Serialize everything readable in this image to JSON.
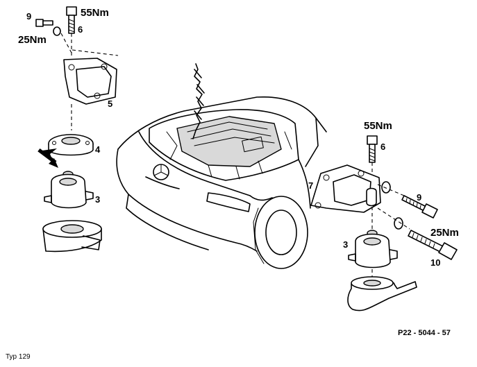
{
  "figure": {
    "left_column": {
      "part_9_label": "9",
      "torque_55_label": "55Nm",
      "part_6_label": "6",
      "torque_25_label": "25Nm",
      "part_5_label": "5",
      "part_4_label": "4",
      "part_3_label": "3"
    },
    "right_column": {
      "torque_55_label": "55Nm",
      "part_6_label": "6",
      "part_7_label": "7",
      "part_9_label": "9",
      "torque_25_label": "25Nm",
      "part_3_label": "3",
      "part_10_label": "10"
    },
    "reference_code": "P22 - 5044 - 57",
    "model_note": "Typ 129"
  }
}
